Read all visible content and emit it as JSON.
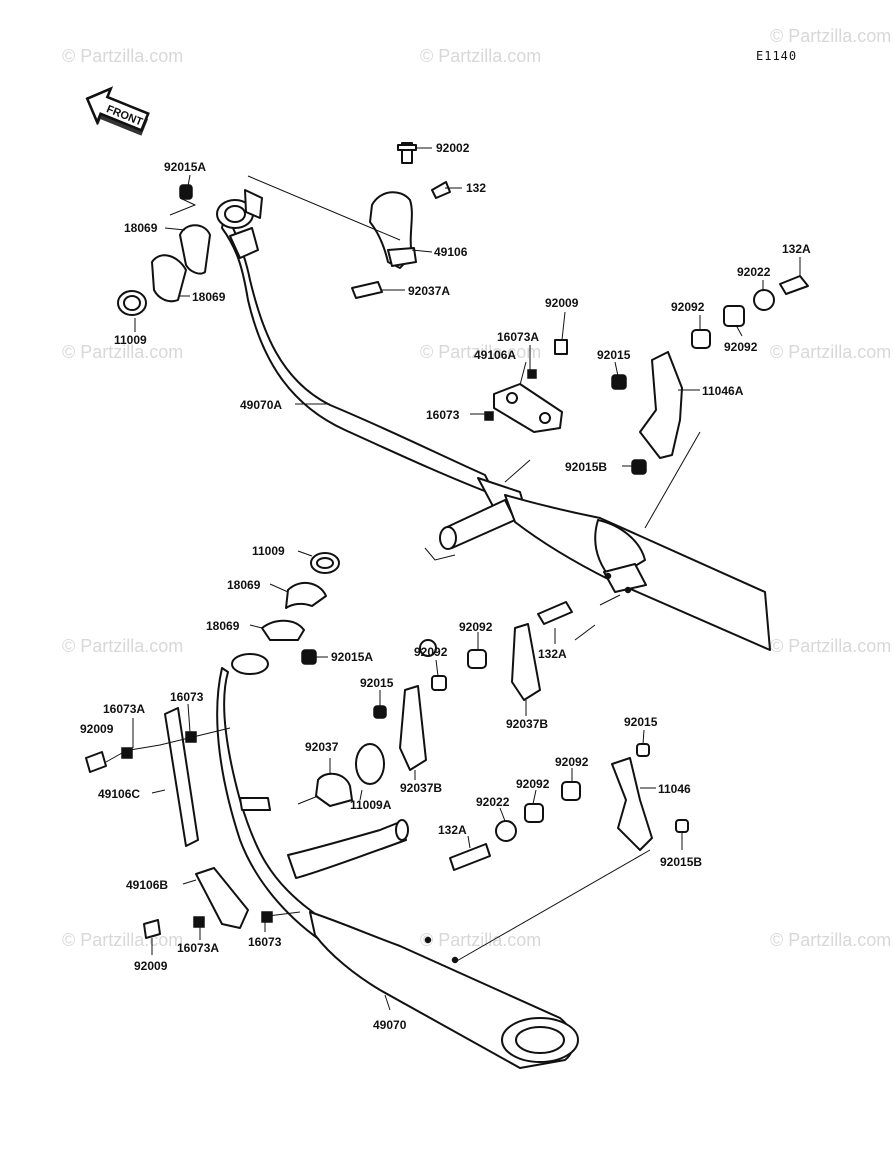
{
  "diagram": {
    "ref_code": "E1140",
    "front_arrow": "FRONT",
    "watermark": "© Partzilla.com",
    "colors": {
      "ink": "#111111",
      "watermark": "#d8d8d8",
      "background": "#ffffff"
    },
    "labels": [
      "92002",
      "132",
      "49106",
      "92037A",
      "92015A",
      "18069",
      "18069",
      "11009",
      "132A",
      "92022",
      "92092",
      "92092",
      "92009",
      "16073A",
      "49106A",
      "92015",
      "11046A",
      "49070A",
      "16073",
      "92015B",
      "11009",
      "18069",
      "18069",
      "92015A",
      "92092",
      "92092",
      "132A",
      "92037B",
      "92015",
      "92037",
      "11009A",
      "92037B",
      "92015",
      "92092",
      "11046",
      "92092",
      "92022",
      "132A",
      "92015B",
      "16073A",
      "16073",
      "92009",
      "49106C",
      "49106B",
      "92009",
      "16073A",
      "16073",
      "49070"
    ]
  }
}
